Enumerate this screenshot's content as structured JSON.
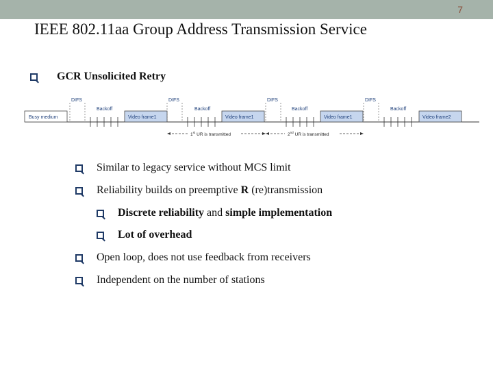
{
  "header": {
    "page_number": "7"
  },
  "title": "IEEE 802.11aa Group Address Transmission Service",
  "section": "GCR Unsolicited Retry",
  "diagram": {
    "busy_medium": "Busy medium",
    "difs": "DIFS",
    "backoff": "Backoff",
    "frames": [
      "Video frame1",
      "Video frame1",
      "Video frame1",
      "Video frame2"
    ],
    "ur1": "1st UR is transmitted",
    "ur2": "2nd UR is transmitted",
    "ur_sup": "st",
    "ur_sup2": "nd",
    "ur_text": "UR is transmitted",
    "ur_num1": "1",
    "ur_num2": "2"
  },
  "bullets": {
    "b2": "Similar to legacy service without MCS limit",
    "b3_pre": "Reliability builds on preemptive ",
    "b3_bold": "R",
    "b3_post": " (re)transmission",
    "b4_bold1": "Discrete reliability",
    "b4_mid": " and ",
    "b4_bold2": "simple implementation",
    "b5": "Lot of overhead",
    "b6": "Open loop, does not use feedback from receivers",
    "b7": "Independent on the number of stations"
  },
  "colors": {
    "topbar": "#a5b3aa",
    "frame_fill": "#c6d6ee",
    "bullet": "#1f3a66"
  }
}
